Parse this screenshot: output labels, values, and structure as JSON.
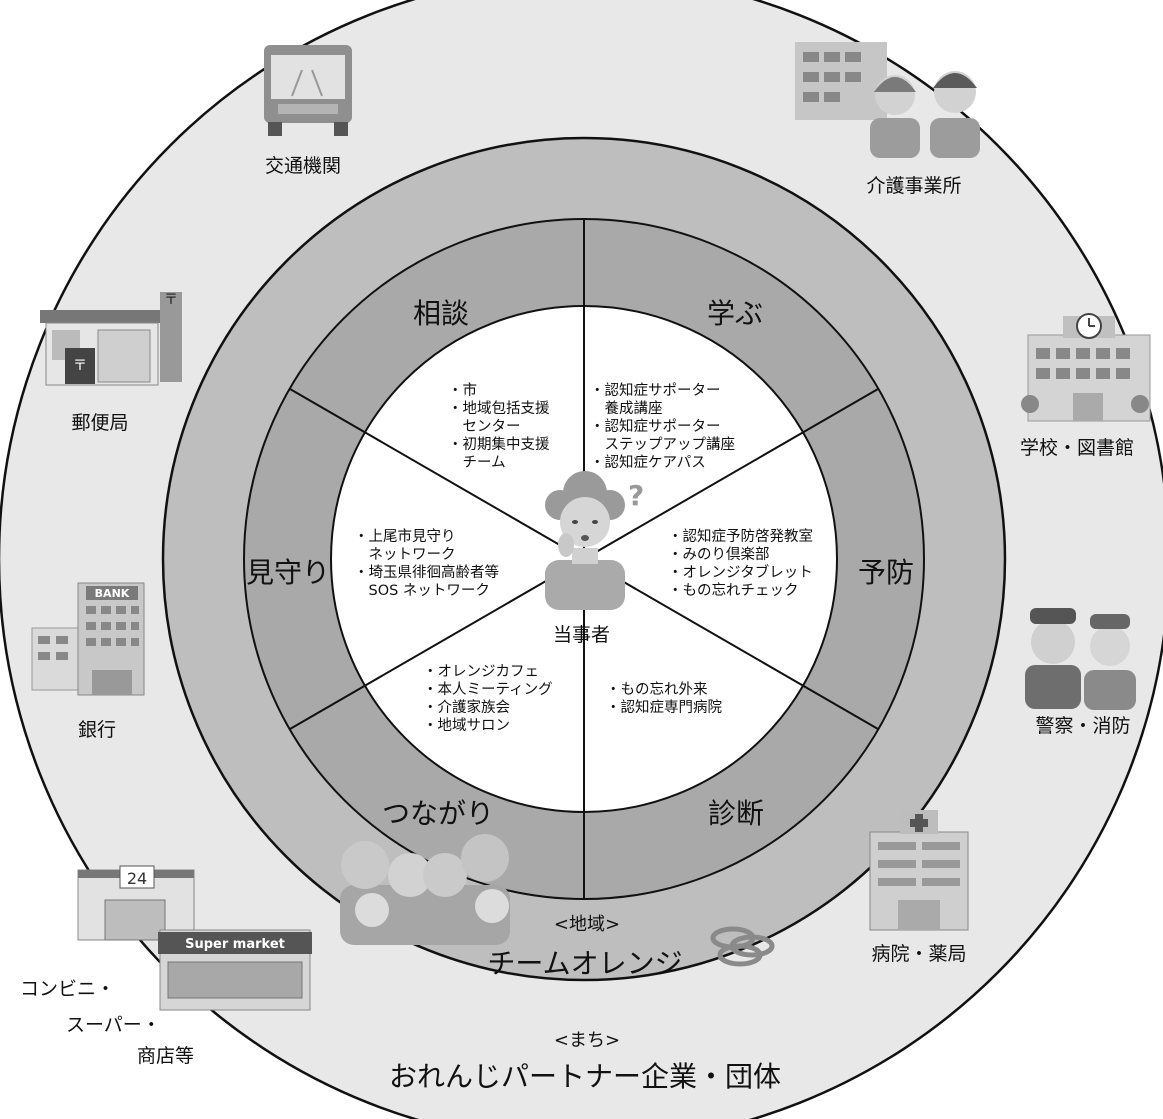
{
  "center": {
    "label": "当事者"
  },
  "categories": [
    {
      "label": "相談",
      "items": [
        "・市",
        "・地域包括支援",
        "　センター",
        "・初期集中支援",
        "　チーム"
      ]
    },
    {
      "label": "学ぶ",
      "items": [
        "・認知症サポーター",
        "　養成講座",
        "・認知症サポーター",
        "　ステップアップ講座",
        "・認知症ケアパス"
      ]
    },
    {
      "label": "予防",
      "items": [
        "・認知症予防啓発教室",
        "・みのり倶楽部",
        "・オレンジタブレット",
        "・もの忘れチェック"
      ]
    },
    {
      "label": "診断",
      "items": [
        "・もの忘れ外来",
        "・認知症専門病院"
      ]
    },
    {
      "label": "つながり",
      "items": [
        "・オレンジカフェ",
        "・本人ミーティング",
        "・介護家族会",
        "・地域サロン"
      ]
    },
    {
      "label": "見守り",
      "items": [
        "・上尾市見守り",
        "　ネットワーク",
        "・埼玉県徘徊高齢者等",
        "　SOS ネットワーク"
      ]
    }
  ],
  "middle_ring": {
    "label_small": "<地域>",
    "label_large": "チームオレンジ"
  },
  "outer_ring": {
    "label_small": "<まち>",
    "label_large": "おれんじパートナー企業・団体",
    "partners": [
      {
        "label": "交通機関",
        "icon": "bus-icon"
      },
      {
        "label": "介護事業所",
        "icon": "care-workers-icon"
      },
      {
        "label": "郵便局",
        "icon": "post-office-icon"
      },
      {
        "label": "学校・図書館",
        "icon": "school-icon"
      },
      {
        "label": "銀行",
        "icon": "bank-icon"
      },
      {
        "label": "警察・消防",
        "icon": "police-fire-icon"
      },
      {
        "label": "病院・薬局",
        "icon": "hospital-icon"
      },
      {
        "label": "コンビニ・",
        "icon": "store-icon"
      },
      {
        "label": "スーパー・",
        "icon": "supermarket-icon"
      },
      {
        "label": "商店等",
        "icon": "shop-icon"
      }
    ],
    "icon_text": {
      "bank": "BANK",
      "convenience": "24",
      "supermarket": "Super market"
    }
  },
  "colors": {
    "outer_ring": "#e8e8e8",
    "middle_ring": "#bebebe",
    "category_ring": "#a9a9a9",
    "inner": "#ffffff",
    "line": "#111111"
  }
}
